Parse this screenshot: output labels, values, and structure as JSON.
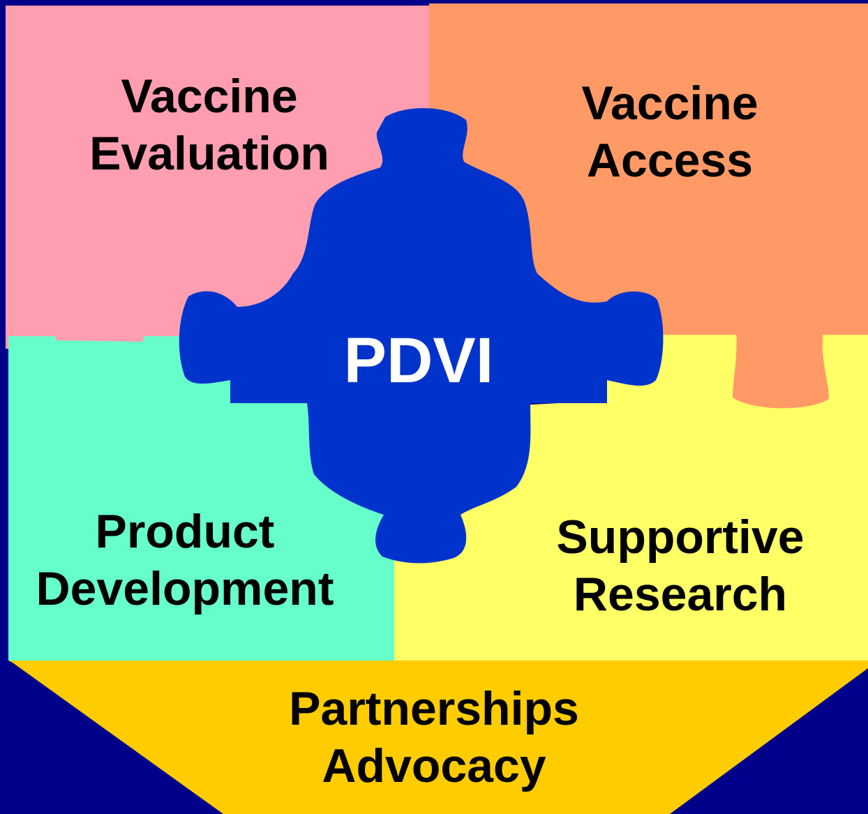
{
  "pieces": {
    "top_left": {
      "line1": "Vaccine",
      "line2": "Evaluation",
      "color": "#ff9eb0"
    },
    "top_right": {
      "line1": "Vaccine",
      "line2": "Access",
      "color": "#ff9a66"
    },
    "bottom_left": {
      "line1": "Product",
      "line2": "Development",
      "color": "#66ffcc"
    },
    "bottom_right": {
      "line1": "Supportive",
      "line2": "Research",
      "color": "#ffff66"
    }
  },
  "center": {
    "label": "PDVI",
    "color": "#0033cc"
  },
  "base": {
    "line1": "Partnerships",
    "line2": "Advocacy",
    "color": "#ffcc00"
  },
  "background_color": "#00008b"
}
